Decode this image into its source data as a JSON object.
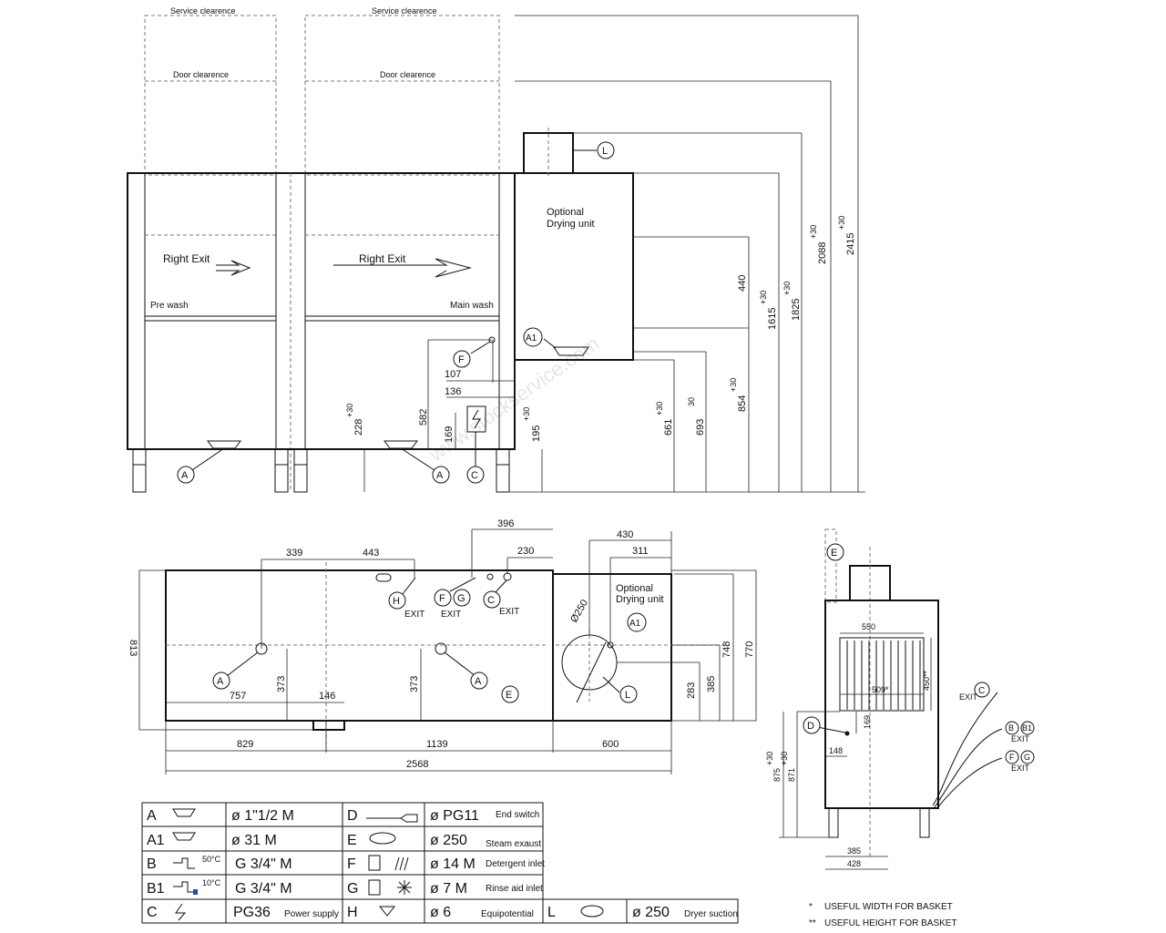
{
  "elevation": {
    "service_clearance": "Service clearence",
    "door_clearance": "Door clearence",
    "right_exit": "Right Exit",
    "pre_wash": "Pre wash",
    "main_wash": "Main wash",
    "optional_drying": [
      "Optional",
      "Drying unit"
    ],
    "labels": {
      "A": "A",
      "A1": "A1",
      "C": "C",
      "F": "F",
      "L": "L"
    },
    "dims": {
      "d107": "107",
      "d136": "136",
      "d169": "169",
      "d195": "195",
      "d195_tol": "+30",
      "d228": "228",
      "d228_tol": "+30",
      "d582": "582",
      "d661": "661",
      "d661_tol": "+30",
      "d693": "693",
      "d693_tol": "30",
      "d854": "854",
      "d854_tol": "+30",
      "d440": "440",
      "d1615": "1615",
      "d1615_tol": "+30",
      "d1825": "1825",
      "d1825_tol": "+30",
      "d2088": "2088",
      "d2088_tol": "+30",
      "d2415": "2415",
      "d2415_tol": "+30"
    }
  },
  "plan": {
    "optional_drying": [
      "Optional",
      "Drying unit"
    ],
    "exit": "EXIT",
    "labels": {
      "A": "A",
      "A1": "A1",
      "C": "C",
      "E": "E",
      "F": "F",
      "G": "G",
      "H": "H",
      "L": "L"
    },
    "dims": {
      "d339": "339",
      "d443": "443",
      "d396": "396",
      "d230": "230",
      "d430": "430",
      "d311": "311",
      "d813": "813",
      "d373a": "373",
      "d373b": "373",
      "d757": "757",
      "d146": "146",
      "d829": "829",
      "d1139": "1139",
      "d600": "600",
      "d2568": "2568",
      "d748": "748",
      "d770": "770",
      "d283": "283",
      "d385": "385",
      "phi250": "Ø250"
    }
  },
  "side": {
    "labels": {
      "E": "E",
      "D": "D",
      "C": "C",
      "B": "B",
      "B1": "B1",
      "F": "F",
      "G": "G"
    },
    "exit": "EXIT",
    "dims": {
      "d550": "550",
      "d509": "509*",
      "d450": "450**",
      "d169": "169",
      "d148": "148",
      "d875": "875",
      "d875_tol": "+30",
      "d871": "871",
      "d871_tol": "+30",
      "d385": "385",
      "d428": "428"
    }
  },
  "legend": {
    "rows": [
      {
        "code": "A",
        "value": "ø  1\"1/2 M",
        "desc": ""
      },
      {
        "code": "A1",
        "value": "ø  31 M",
        "desc": ""
      },
      {
        "code": "B",
        "value": "G 3/4\" M",
        "desc": "",
        "temp": "50°C"
      },
      {
        "code": "B1",
        "value": "G 3/4\" M",
        "desc": "",
        "temp": "10°C"
      },
      {
        "code": "C",
        "value": "PG36",
        "desc": "Power supply"
      }
    ],
    "rows2": [
      {
        "code": "D",
        "value": "ø  PG11",
        "desc": "End switch"
      },
      {
        "code": "E",
        "value": "ø  250",
        "desc": "Steam exaust"
      },
      {
        "code": "F",
        "value": "ø  14 M",
        "desc": "Detergent inlet"
      },
      {
        "code": "G",
        "value": "ø  7 M",
        "desc": "Rinse aid inlet"
      },
      {
        "code": "H",
        "value": "ø  6",
        "desc": "Equipotential"
      }
    ],
    "row_l": {
      "code": "L",
      "value": "ø  250",
      "desc": "Dryer suction"
    }
  },
  "notes": [
    {
      "mark": "*",
      "text": "USEFUL WIDTH FOR BASKET"
    },
    {
      "mark": "**",
      "text": "USEFUL HEIGHT FOR BASKET"
    }
  ],
  "watermark": "www.stockservice.com"
}
